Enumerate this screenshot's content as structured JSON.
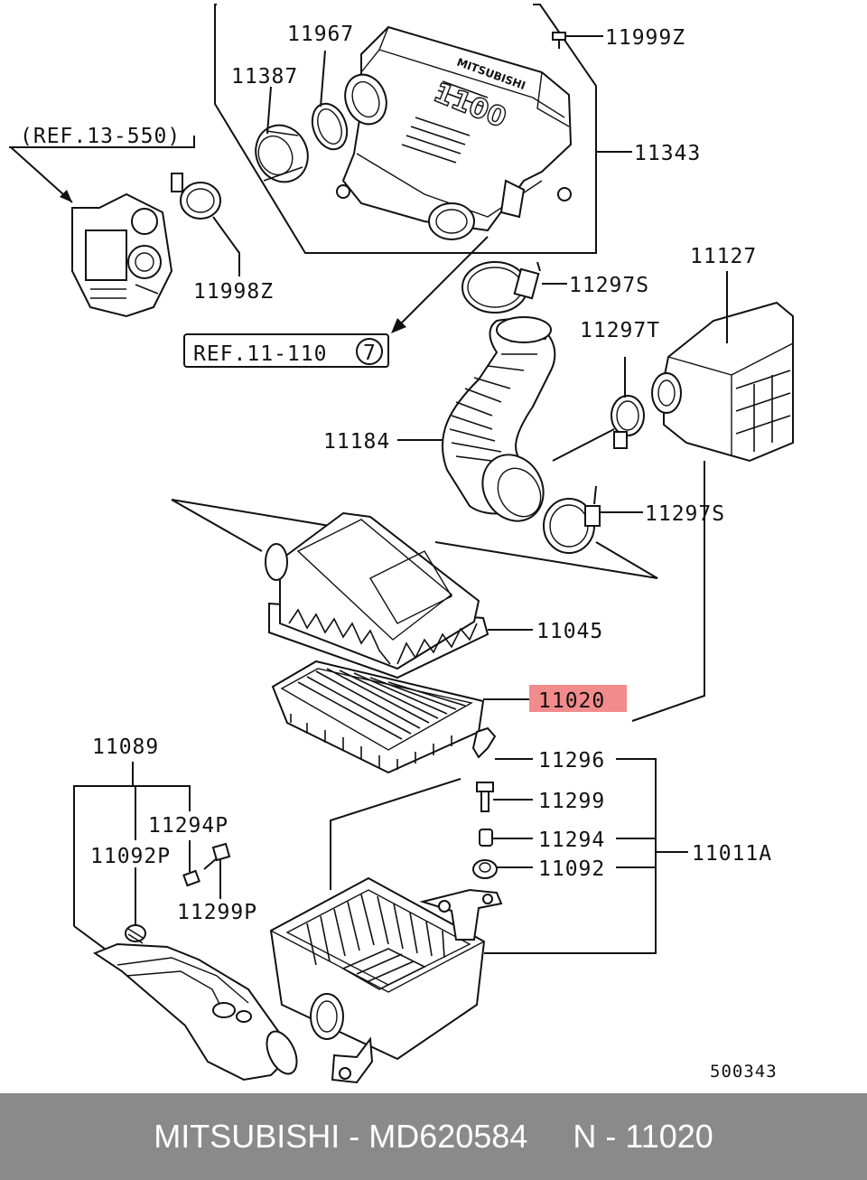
{
  "labels": {
    "p11967": "11967",
    "p11999z": "11999Z",
    "p11387": "11387",
    "p11343": "11343",
    "ref13": "(REF.13-550)",
    "p11998z": "11998Z",
    "p11127": "11127",
    "p11297s_a": "11297S",
    "ref11": "REF.11-110",
    "ref11_num": "7",
    "p11297t": "11297T",
    "p11184": "11184",
    "p11297s_b": "11297S",
    "p11045": "11045",
    "p11020": "11020",
    "p11089": "11089",
    "p11296": "11296",
    "p11299": "11299",
    "p11294p": "11294P",
    "p11092p": "11092P",
    "p11294": "11294",
    "p11011a": "11011A",
    "p11092": "11092",
    "p11299p": "11299P",
    "diagram_no": "500343"
  },
  "cover_text": {
    "brand": "MITSUBISHI",
    "model": "1100"
  },
  "highlight_color": "#f28b8b",
  "footer": {
    "text": "MITSUBISHI - MD620584     N - 11020"
  }
}
